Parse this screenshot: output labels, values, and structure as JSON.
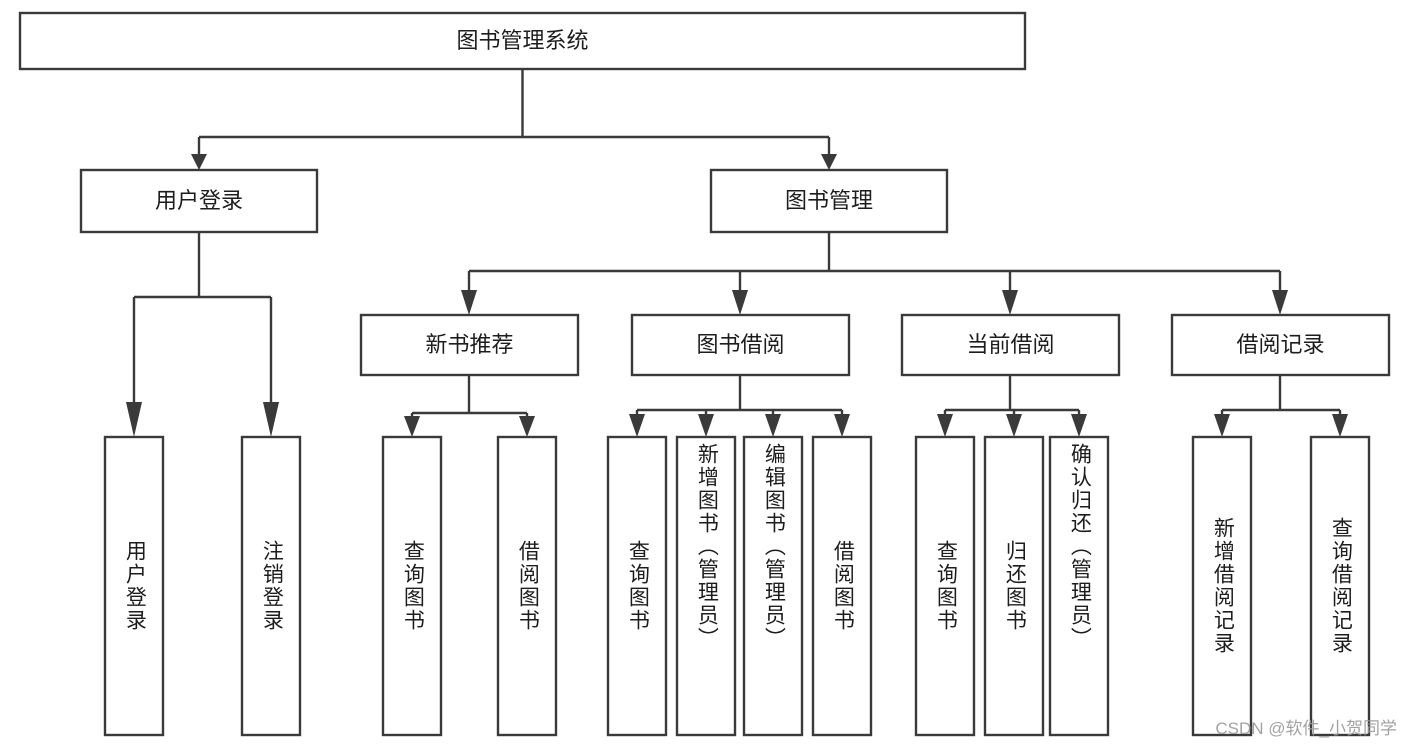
{
  "diagram": {
    "type": "tree",
    "title": "图书管理系统",
    "orientation": "top-down",
    "colors": {
      "box_fill": "#ffffff",
      "box_stroke": "#3a3a3a",
      "text": "#1d1d1d",
      "watermark": "#9b9b9b"
    },
    "root": {
      "label": "图书管理系统"
    },
    "level2": [
      {
        "label": "用户登录"
      },
      {
        "label": "图书管理"
      }
    ],
    "level3": [
      {
        "label": "新书推荐"
      },
      {
        "label": "图书借阅"
      },
      {
        "label": "当前借阅"
      },
      {
        "label": "借阅记录"
      }
    ],
    "leaves": {
      "user_login": [
        {
          "label": "用户登录"
        },
        {
          "label": "注销登录"
        }
      ],
      "new_book_recommend": [
        {
          "label": "查询图书"
        },
        {
          "label": "借阅图书"
        }
      ],
      "book_borrow": [
        {
          "label": "查询图书"
        },
        {
          "label": "新增图书（管理员）"
        },
        {
          "label": "编辑图书（管理员）"
        },
        {
          "label": "借阅图书"
        }
      ],
      "current_borrow": [
        {
          "label": "查询图书"
        },
        {
          "label": "归还图书"
        },
        {
          "label": "确认归还（管理员）"
        }
      ],
      "borrow_record": [
        {
          "label": "新增借阅记录"
        },
        {
          "label": "查询借阅记录"
        }
      ]
    }
  },
  "watermark": {
    "text": "CSDN @软件_小贺同学"
  }
}
